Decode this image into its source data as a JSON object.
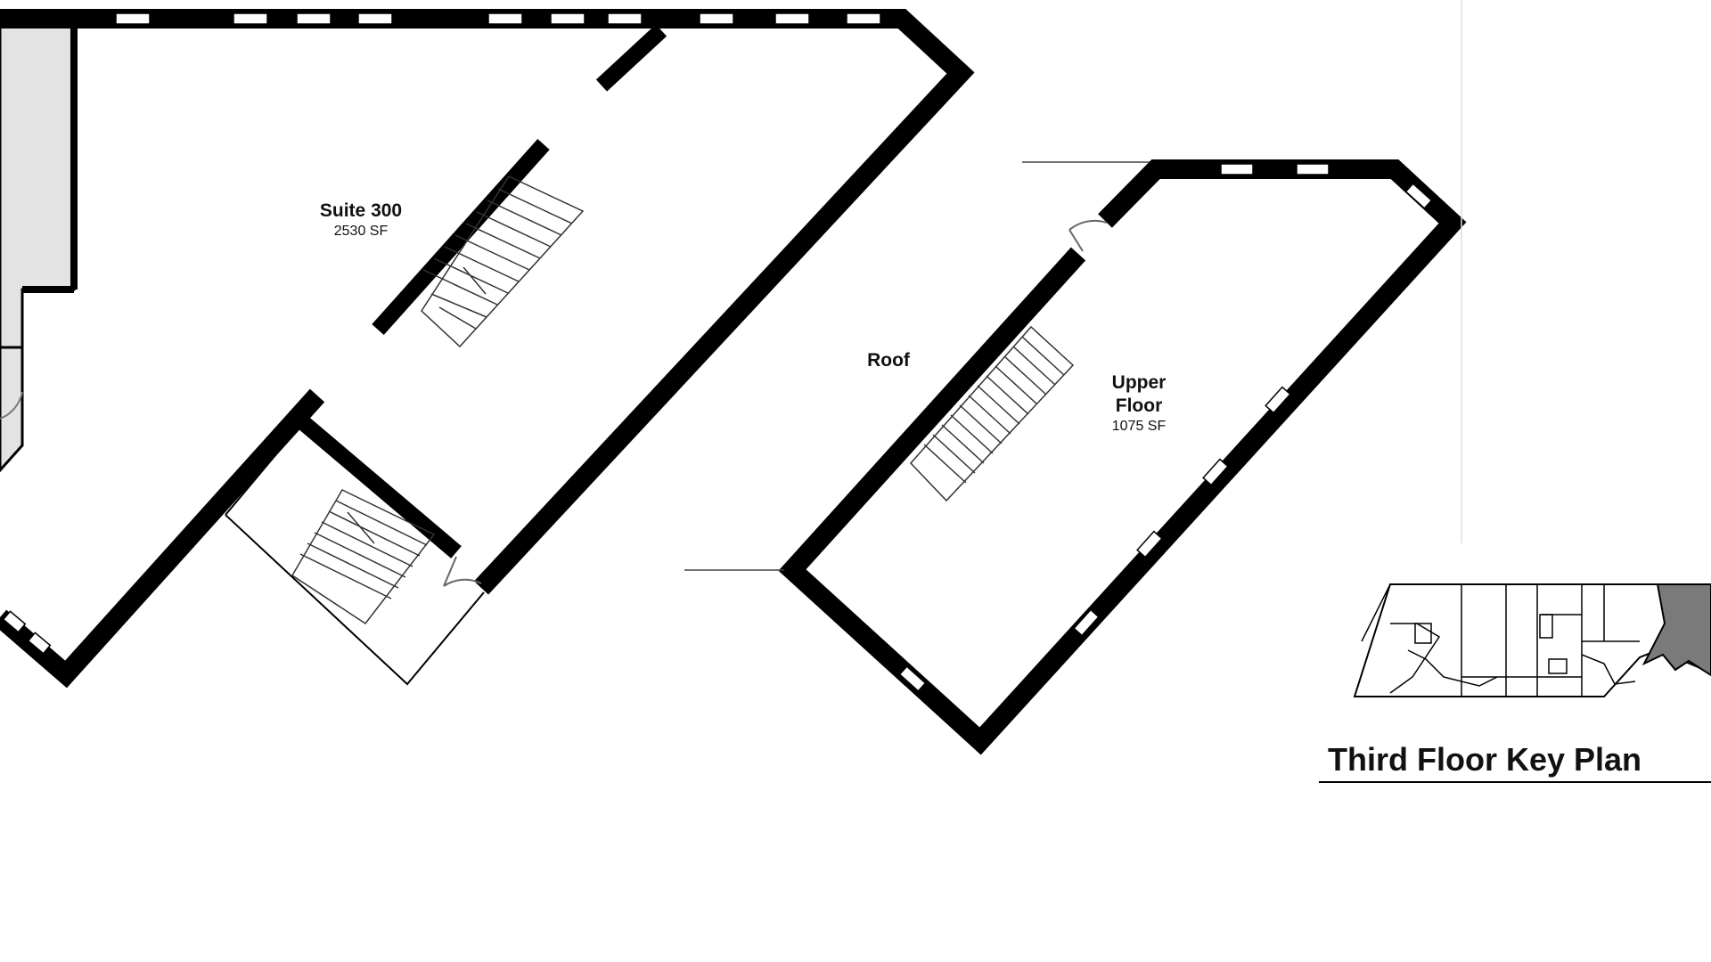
{
  "rooms": {
    "suite": {
      "name": "Suite 300",
      "area": "2530 SF"
    },
    "roof": {
      "name": "Roof"
    },
    "upper": {
      "name_line1": "Upper",
      "name_line2": "Floor",
      "area": "1075 SF"
    }
  },
  "key_plan": {
    "title": "Third Floor Key Plan"
  },
  "colors": {
    "wall": "#000000",
    "neighbor_fill": "#e3e3e3",
    "highlight_fill": "#7a7a7a",
    "stair_line": "#333333"
  }
}
